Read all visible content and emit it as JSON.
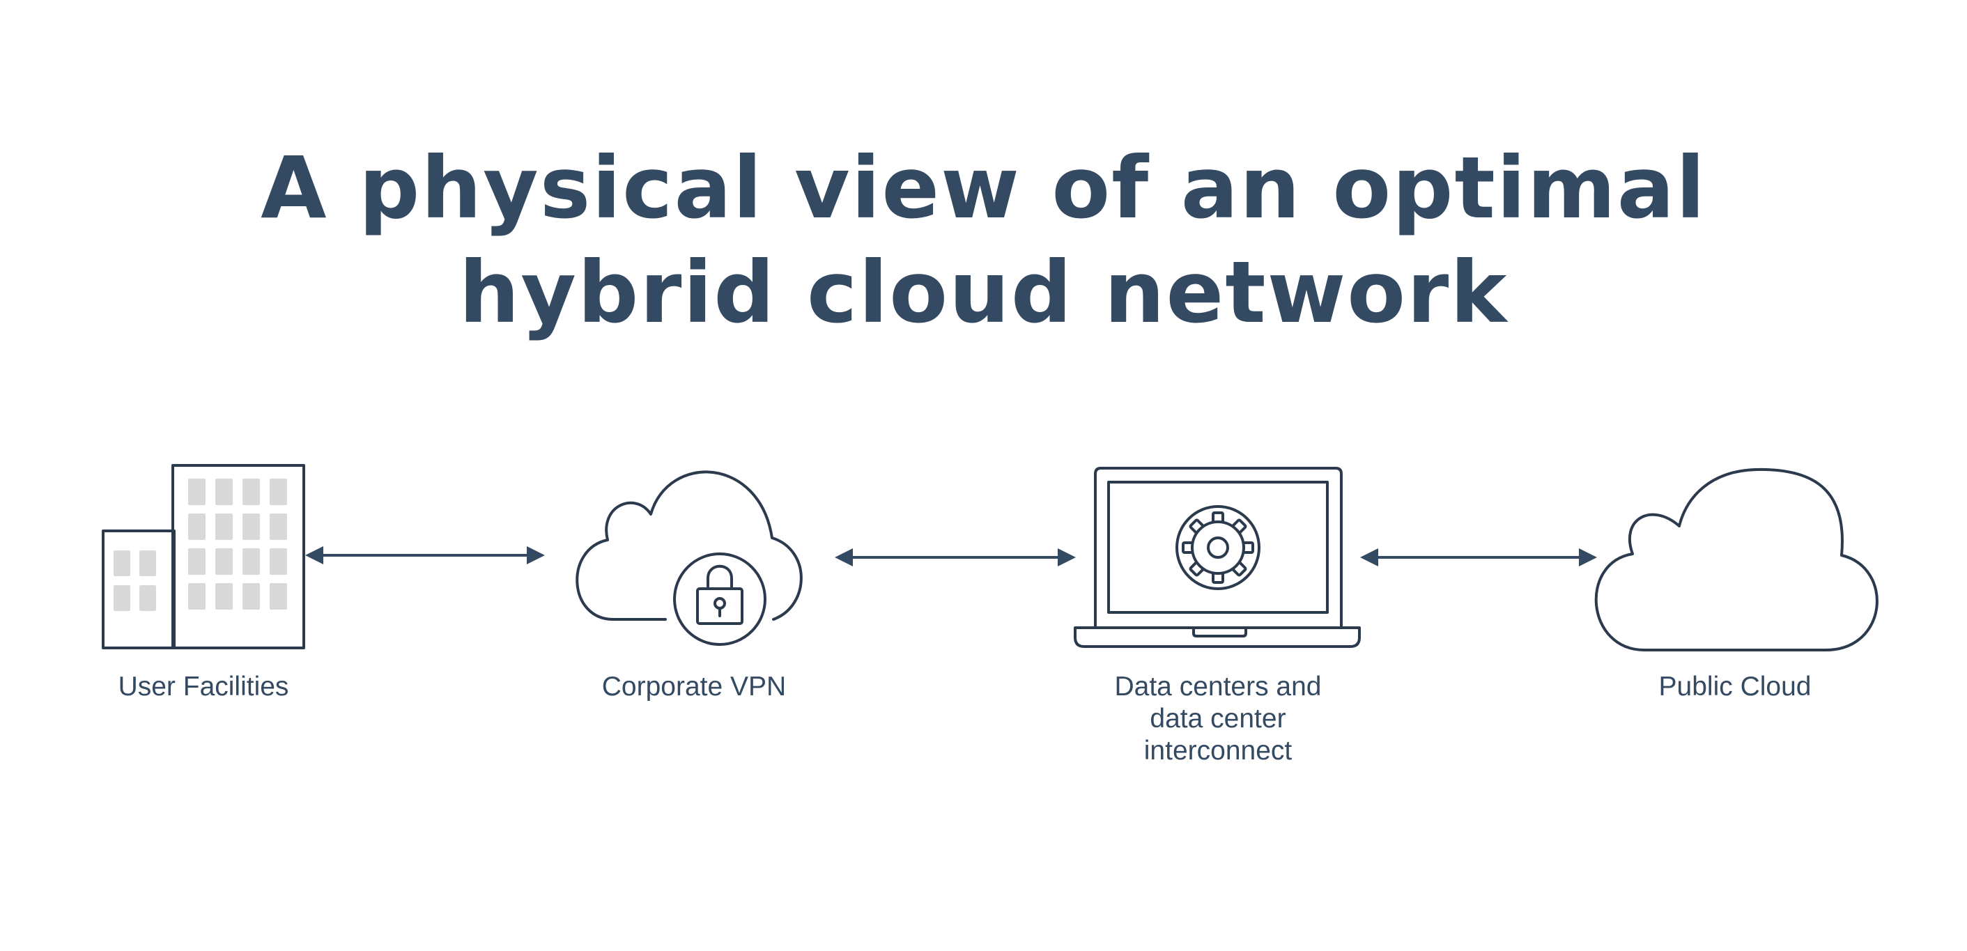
{
  "title": {
    "line1": "A physical view of an optimal",
    "line2": "hybrid cloud network"
  },
  "nodes": [
    {
      "id": "user-facilities",
      "icon": "building-icon",
      "label_lines": [
        "User Facilities"
      ]
    },
    {
      "id": "corporate-vpn",
      "icon": "cloud-lock-icon",
      "label_lines": [
        "Corporate VPN"
      ]
    },
    {
      "id": "data-centers",
      "icon": "laptop-gear-icon",
      "label_lines": [
        "Data centers and",
        "data center",
        "interconnect"
      ]
    },
    {
      "id": "public-cloud",
      "icon": "cloud-icon",
      "label_lines": [
        "Public Cloud"
      ]
    }
  ],
  "connections": [
    {
      "from": "user-facilities",
      "to": "corporate-vpn",
      "direction": "bidirectional"
    },
    {
      "from": "corporate-vpn",
      "to": "data-centers",
      "direction": "bidirectional"
    },
    {
      "from": "data-centers",
      "to": "public-cloud",
      "direction": "bidirectional"
    }
  ],
  "colors": {
    "text": "#344a62",
    "icon_stroke": "#2b3a4c",
    "window_fill": "#d9d9d9",
    "background": "#ffffff"
  }
}
